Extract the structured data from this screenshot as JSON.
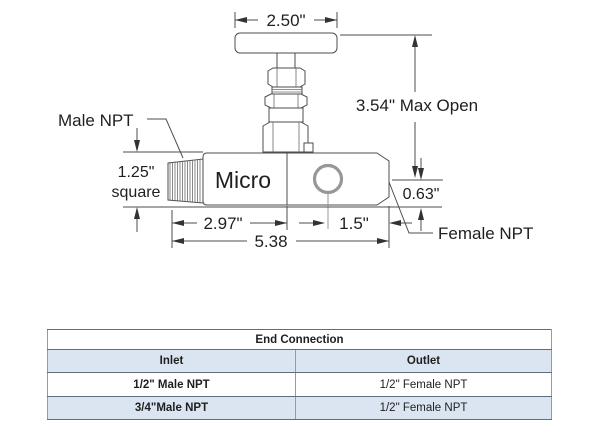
{
  "diagram": {
    "brand_label": "Micro",
    "dims": {
      "handle_width": "2.50\"",
      "max_open": "3.54\" Max Open",
      "square_line1": "1.25\"",
      "square_line2": "square",
      "inlet_length": "2.97\"",
      "outlet_to_end": "1.5\"",
      "overall_length": "5.38",
      "outlet_offset": "0.63\""
    },
    "labels": {
      "male_npt": "Male NPT",
      "female_npt": "Female NPT"
    }
  },
  "table": {
    "title": "End Connection",
    "columns": {
      "inlet": "Inlet",
      "outlet": "Outlet"
    },
    "rows": [
      {
        "inlet": "1/2\" Male NPT",
        "outlet": "1/2\" Female NPT"
      },
      {
        "inlet": "3/4\"Male NPT",
        "outlet": "1/2\" Female NPT"
      }
    ]
  },
  "colors": {
    "line": "#4d4d4d",
    "text": "#1f1f1f",
    "circle_gray": "#979797",
    "table_row_alt": "#dbe5f1",
    "table_border_blue": "#7ba0cd",
    "table_border_gray": "#5f6e7e"
  }
}
